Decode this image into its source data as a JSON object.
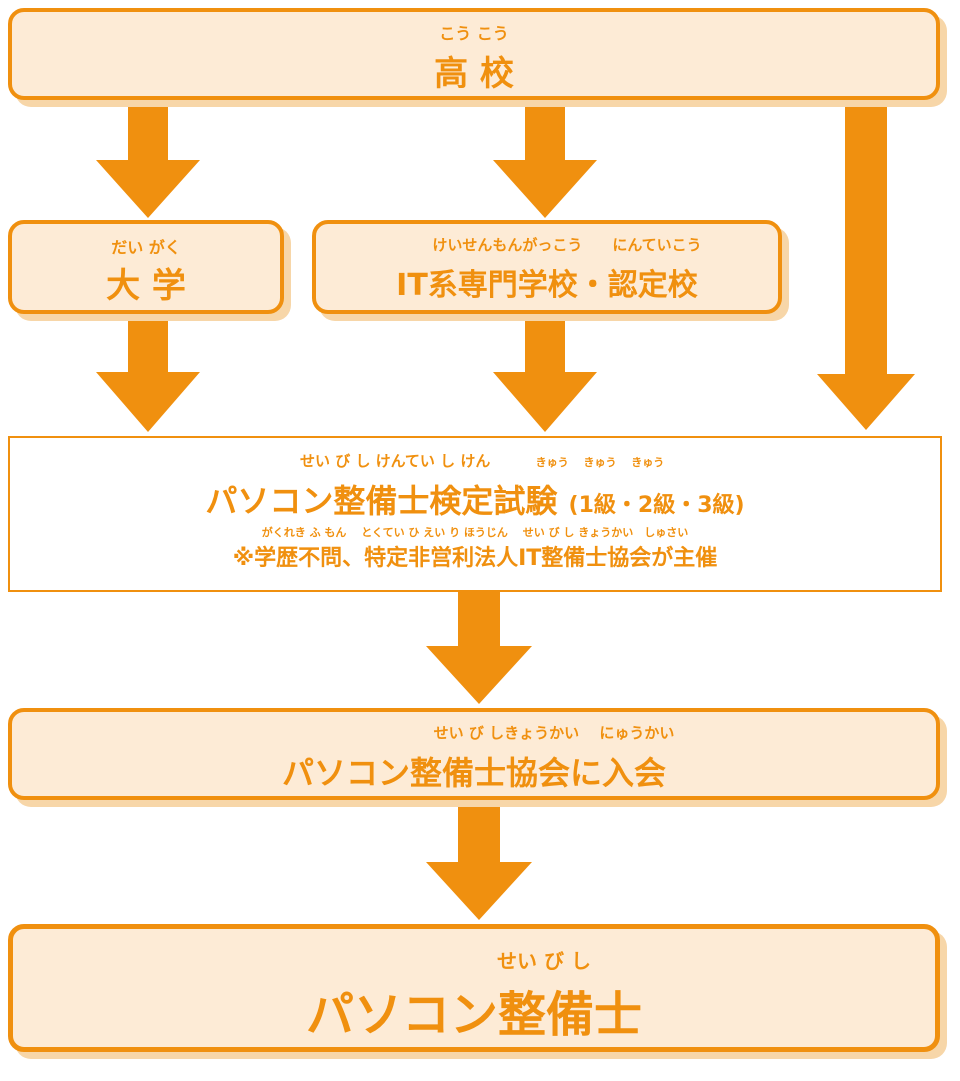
{
  "colors": {
    "accent": "#f0900f",
    "box_fill": "#fdebd6",
    "shadow": "#f7d6a8"
  },
  "boxes": {
    "high_school": {
      "label": "高 校",
      "ruby": "こう こう"
    },
    "university": {
      "label": "大 学",
      "ruby": "だい がく"
    },
    "vocational": {
      "label": "IT系専門学校・認定校",
      "ruby": "けいせんもんがっこう　　にんていこう"
    },
    "exam": {
      "label_main": "パソコン整備士検定試験",
      "label_levels": "(1級・2級・3級)",
      "ruby": "せい び し けんてい し けん",
      "levels_ruby": "きゅう　 きゅう　 きゅう",
      "note": "※学歴不問、特定非営利法人IT整備士協会が主催",
      "note_ruby": "がくれき ふ もん　 とくてい ひ えい り ほうじん　 せい び し きょうかい　しゅさい"
    },
    "join": {
      "label": "パソコン整備士協会に入会",
      "ruby": "せい び しきょうかい　 にゅうかい"
    },
    "result": {
      "label": "パソコン整備士",
      "ruby": "せい び し"
    }
  }
}
